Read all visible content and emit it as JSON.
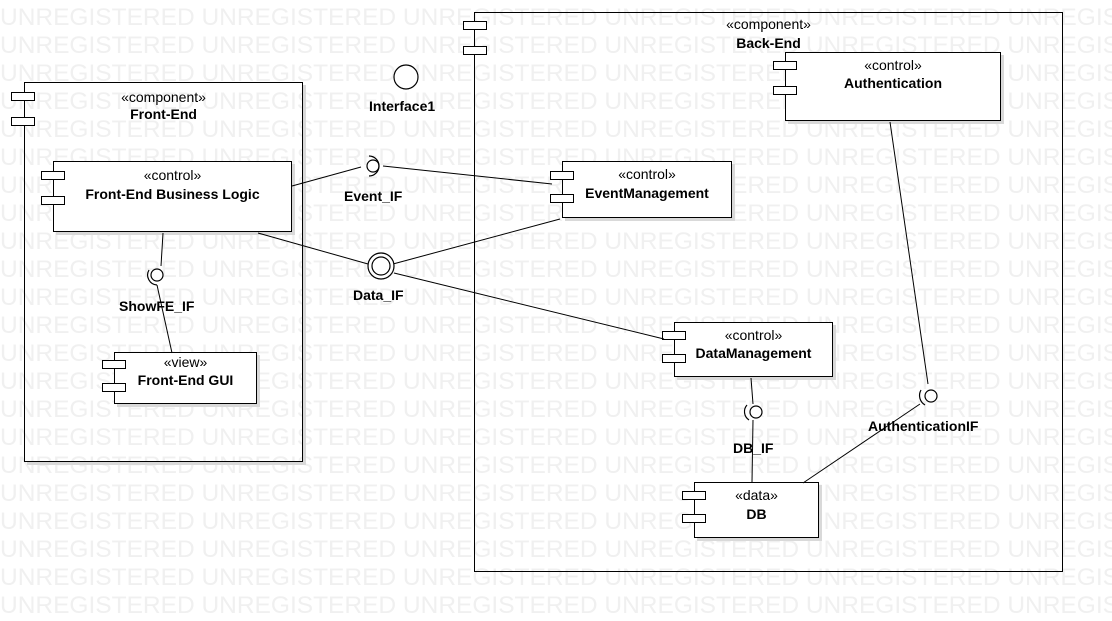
{
  "watermark": {
    "text": "UNREGISTERED UNREGISTERED UNREGISTERED UNREGISTERED UNREGISTERED UNREGISTERED"
  },
  "frontend": {
    "stereotype": "«component»",
    "name": "Front-End",
    "business_logic": {
      "stereotype": "«control»",
      "name": "Front-End Business Logic"
    },
    "gui": {
      "stereotype": "«view»",
      "name": "Front-End GUI"
    }
  },
  "backend": {
    "stereotype": "«component»",
    "name": "Back-End",
    "authentication": {
      "stereotype": "«control»",
      "name": "Authentication"
    },
    "event_management": {
      "stereotype": "«control»",
      "name": "EventManagement"
    },
    "data_management": {
      "stereotype": "«control»",
      "name": "DataManagement"
    },
    "db": {
      "stereotype": "«data»",
      "name": "DB"
    }
  },
  "interfaces": {
    "interface1": "Interface1",
    "event_if": "Event_IF",
    "data_if": "Data_IF",
    "showfe_if": "ShowFE_IF",
    "db_if": "DB_IF",
    "authentication_if": "AuthenticationIF"
  }
}
